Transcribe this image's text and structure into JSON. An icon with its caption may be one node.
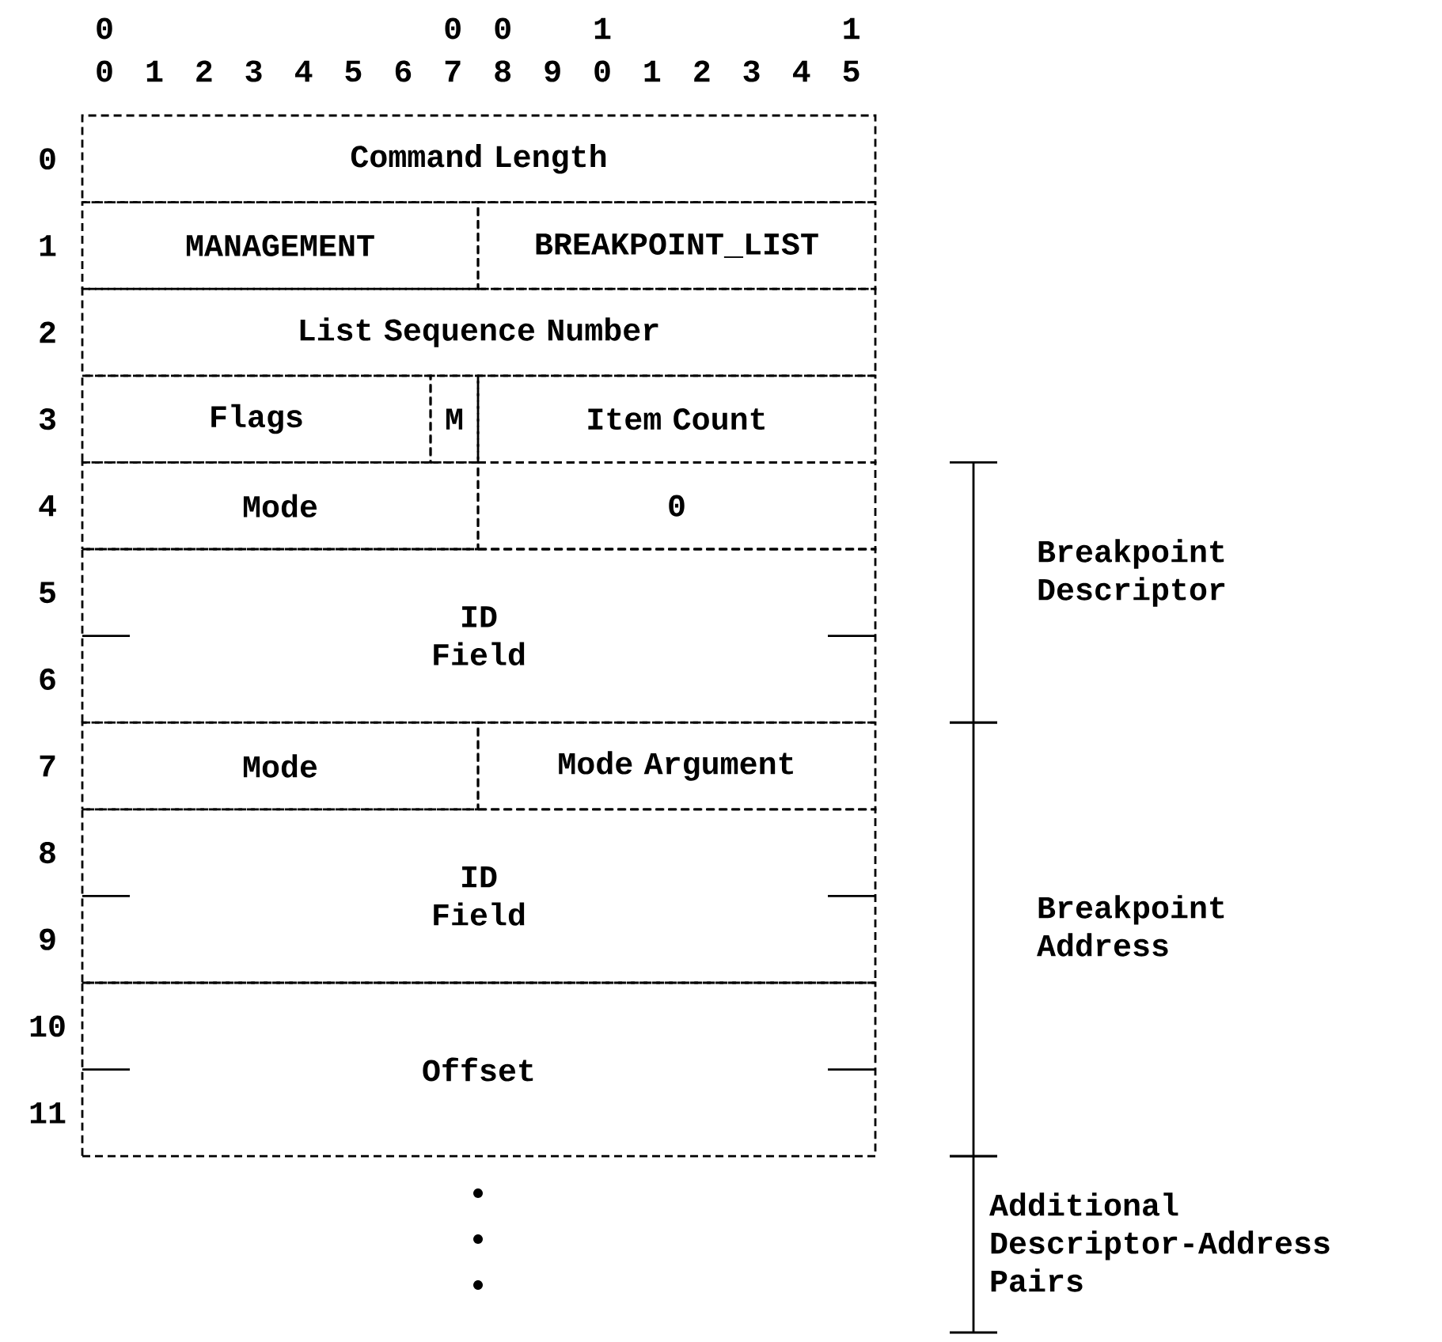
{
  "diagram": {
    "nodes": [
      {
        "text": [
          "Command Length"
        ]
      },
      {
        "text": [
          "MANAGEMENT"
        ]
      },
      {
        "text": [
          "BREAKPOINT_LIST"
        ]
      },
      {
        "text": [
          "List Sequence Number"
        ]
      },
      {
        "text": [
          "Flags"
        ]
      },
      {
        "text": [
          "M"
        ]
      },
      {
        "text": [
          "Item Count"
        ]
      },
      {
        "text": [
          "Mode"
        ]
      },
      {
        "text": [
          "0"
        ]
      },
      {
        "text": [
          "ID Field"
        ]
      },
      {
        "text": [
          "Mode"
        ]
      },
      {
        "text": [
          "Mode Argument"
        ]
      },
      {
        "text": [
          "ID Field"
        ]
      },
      {
        "text": [
          "Offset"
        ]
      }
    ],
    "labels": [
      "0",
      "0",
      "0",
      "1",
      "1",
      "0",
      "1",
      "2",
      "3",
      "4",
      "5",
      "6",
      "7",
      "8",
      "9",
      "0",
      "1",
      "2",
      "3",
      "4",
      "5",
      "0",
      "1",
      "2",
      "3",
      "4",
      "5",
      "6",
      "7",
      "8",
      "9",
      "10",
      "11",
      "Breakpoint Descriptor",
      "Breakpoint Address",
      "Additional Descriptor-Address Pairs"
    ]
  }
}
